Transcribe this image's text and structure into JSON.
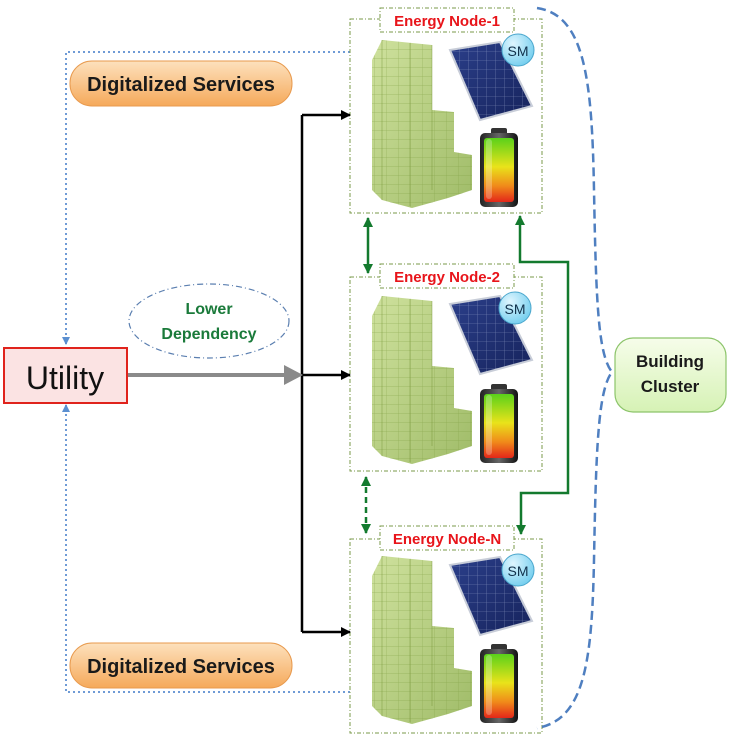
{
  "utility": {
    "label": "Utility"
  },
  "services": [
    {
      "label": "Digitalized Services"
    },
    {
      "label": "Digitalized Services"
    }
  ],
  "dependency": {
    "line1": "Lower",
    "line2": "Dependency"
  },
  "cluster": {
    "line1": "Building",
    "line2": "Cluster"
  },
  "nodes": [
    {
      "title": "Energy Node-1",
      "meter": "SM"
    },
    {
      "title": "Energy Node-2",
      "meter": "SM"
    },
    {
      "title": "Energy Node-N",
      "meter": "SM"
    }
  ],
  "colors": {
    "node_title": "#e8141a",
    "dependency_text": "#1a7a3a",
    "green_arrow": "#137a2e",
    "brace": "#4f7fc0",
    "utility_border": "#e0231c",
    "utility_fill": "#fbe3e3",
    "service_fill": "#f8c184",
    "cluster_fill": "#e9f8d4",
    "meter_fill": "#8fd9f2"
  }
}
